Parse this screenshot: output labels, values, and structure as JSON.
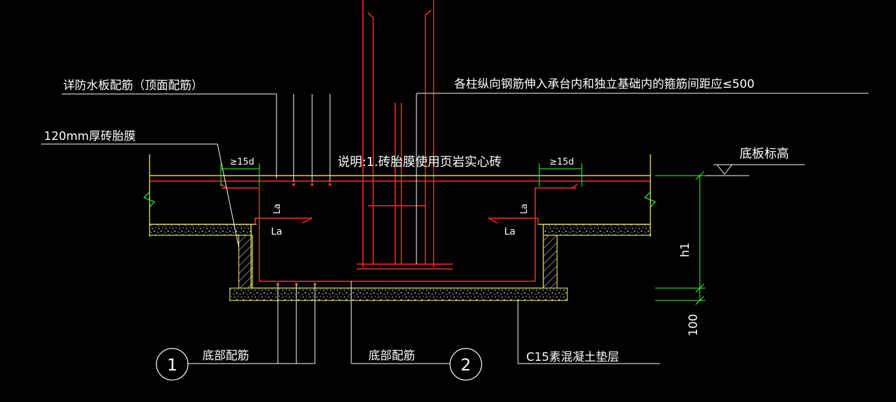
{
  "labels": {
    "waterproof_rebar": "详防水板配筋（顶面配筋）",
    "brick_mold": "120mm厚砖胎膜",
    "column_note": "各柱纵向钢筋伸入承台内和独立基础内的箍筋间距应≤500",
    "explanation": "说明:1.砖胎膜使用页岩实心砖",
    "slab_elevation": "底板标高",
    "bottom_rebar_left": "底部配筋",
    "bottom_rebar_right": "底部配筋",
    "c15_cushion": "C15素混凝土垫层"
  },
  "dimensions": {
    "ge15d_left": "≥15d",
    "ge15d_right": "≥15d",
    "la_left_vertical": "La",
    "la_left_horizontal": "La",
    "la_right_vertical": "La",
    "la_right_horizontal": "La",
    "h1": "h1",
    "hundred": "100"
  },
  "callouts": {
    "one": "1",
    "two": "2"
  },
  "colors": {
    "background": "#000000",
    "rebar": "#ff2a2a",
    "concrete_edge": "#ffff66",
    "dimension": "#33ff33",
    "leader": "#ffffff",
    "column": "#ff2a2a"
  }
}
